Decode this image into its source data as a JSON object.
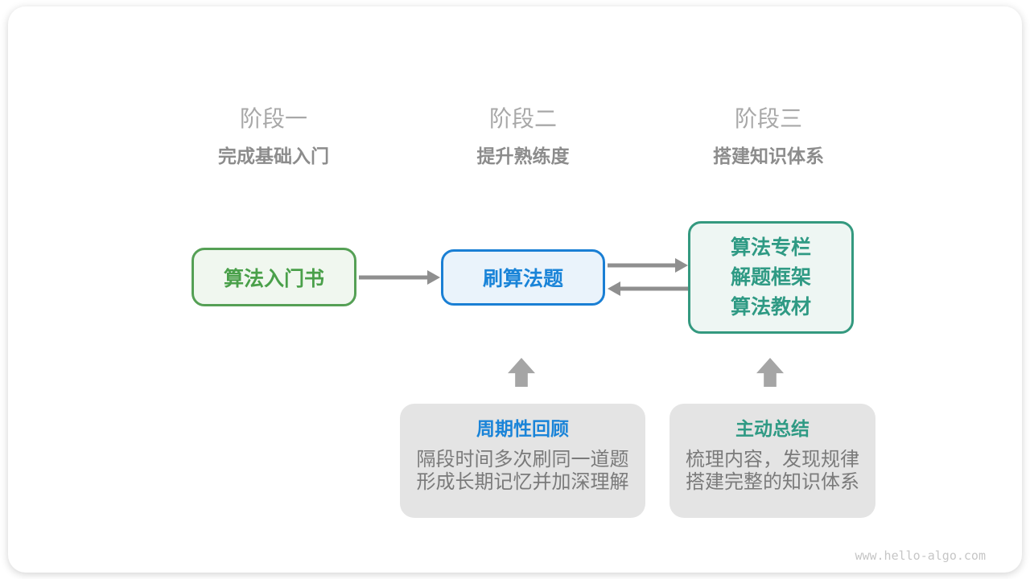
{
  "diagram": {
    "stages": [
      {
        "title": "阶段一",
        "subtitle": "完成基础入门"
      },
      {
        "title": "阶段二",
        "subtitle": "提升熟练度"
      },
      {
        "title": "阶段三",
        "subtitle": "搭建知识体系"
      }
    ],
    "nodes": {
      "intro_book": {
        "label": "算法入门书"
      },
      "practice": {
        "label": "刷算法题"
      },
      "resources": {
        "lines": [
          "算法专栏",
          "解题框架",
          "算法教材"
        ]
      }
    },
    "notes": [
      {
        "title": "周期性回顾",
        "lines": [
          "隔段时间多次刷同一道题",
          "形成长期记忆并加深理解"
        ]
      },
      {
        "title": "主动总结",
        "lines": [
          "梳理内容，发现规律",
          "搭建完整的知识体系"
        ]
      }
    ],
    "watermark": "www.hello-algo.com",
    "colors": {
      "node_green_border": "#55a055",
      "node_green_bg": "#f0f7ef",
      "node_green_text": "#4aa04a",
      "node_blue_border": "#1a7fd4",
      "node_blue_bg": "#eaf3fb",
      "node_blue_text": "#1a84d8",
      "node_teal_border": "#34997f",
      "node_teal_bg": "#eef6f3",
      "node_teal_text": "#2f9a84",
      "arrow_gray": "#8f8f8f",
      "up_arrow_gray": "#a5a5a5",
      "note_bg": "#e4e4e4",
      "stage_title_gray": "#a8a8a8",
      "stage_subtitle_gray": "#8c8c8c",
      "note_desc_gray": "#7a7a7a",
      "watermark_gray": "#c6c6c6"
    }
  }
}
